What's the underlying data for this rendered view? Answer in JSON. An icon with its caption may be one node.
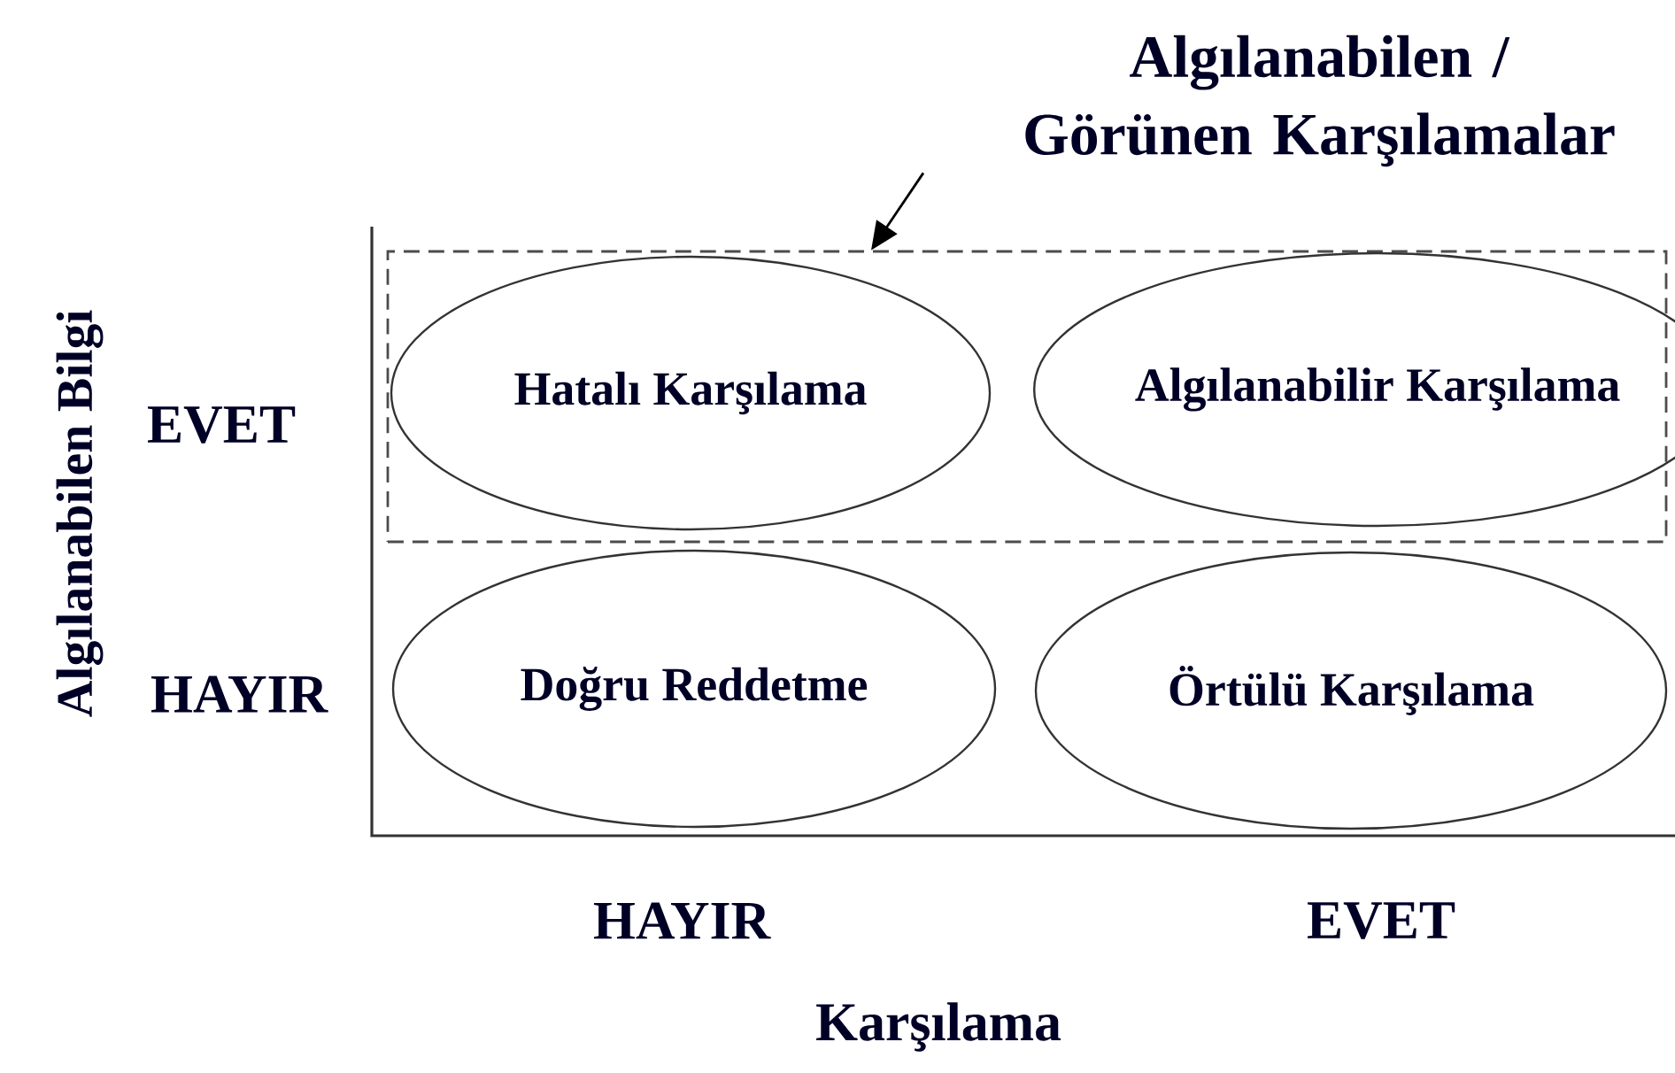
{
  "diagram": {
    "nodes": [
      {
        "text": [
          "Algılanabilen / Görünen Karşılamalar"
        ]
      },
      {
        "text": [],
        "shape": "box"
      },
      {
        "text": [
          "Hatalı Karşılama"
        ],
        "in": 1
      },
      {
        "text": [
          "Algılanabilir Karşılama"
        ],
        "in": 1
      },
      {
        "text": [
          "Doğru Reddetme"
        ]
      },
      {
        "text": [
          "Örtülü Karşılama"
        ]
      }
    ],
    "edges": [
      {
        "from": 0,
        "to": 1,
        "arrow": "to"
      }
    ],
    "labels": [
      "Algılanabilen Bilgi",
      "EVET",
      "HAYIR",
      "HAYIR",
      "EVET",
      "Karşılama"
    ]
  }
}
